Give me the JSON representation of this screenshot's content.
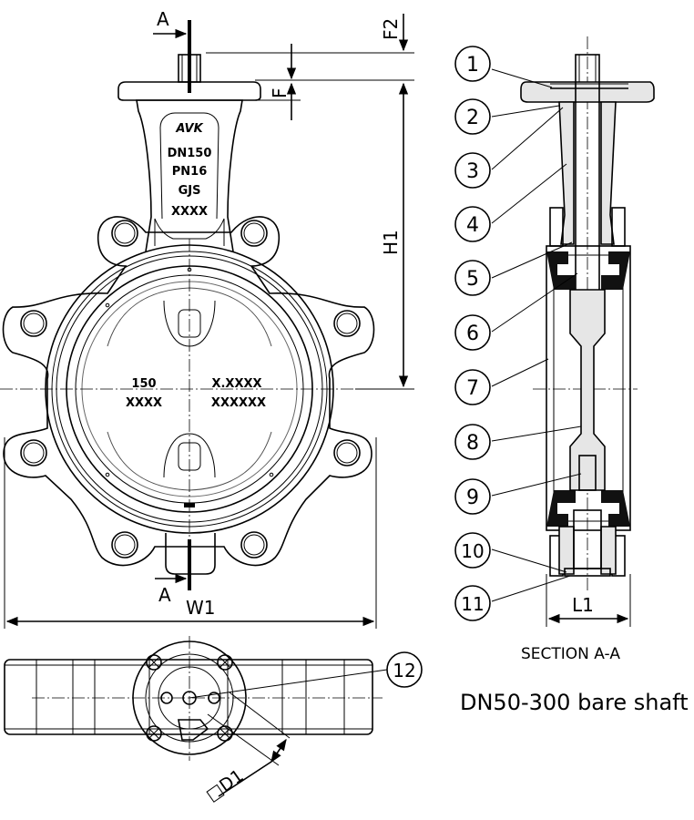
{
  "section_marker": "A",
  "dimensions": {
    "f2": "F2",
    "f": "F",
    "h1": "H1",
    "w1": "W1",
    "l1": "L1",
    "d1": "□D1"
  },
  "body_markings": {
    "logo": "AVK",
    "dn": "DN150",
    "pn": "PN16",
    "material": "GJS",
    "placeholder": "XXXX"
  },
  "flange_markings": {
    "size": "150",
    "left_code": "XXXX",
    "right_top": "X.XXXX",
    "right_bottom": "XXXXXX"
  },
  "part_numbers": [
    "1",
    "2",
    "3",
    "4",
    "5",
    "6",
    "7",
    "8",
    "9",
    "10",
    "11",
    "12"
  ],
  "section_label": "SECTION A-A",
  "title": "DN50-300 bare shaft"
}
